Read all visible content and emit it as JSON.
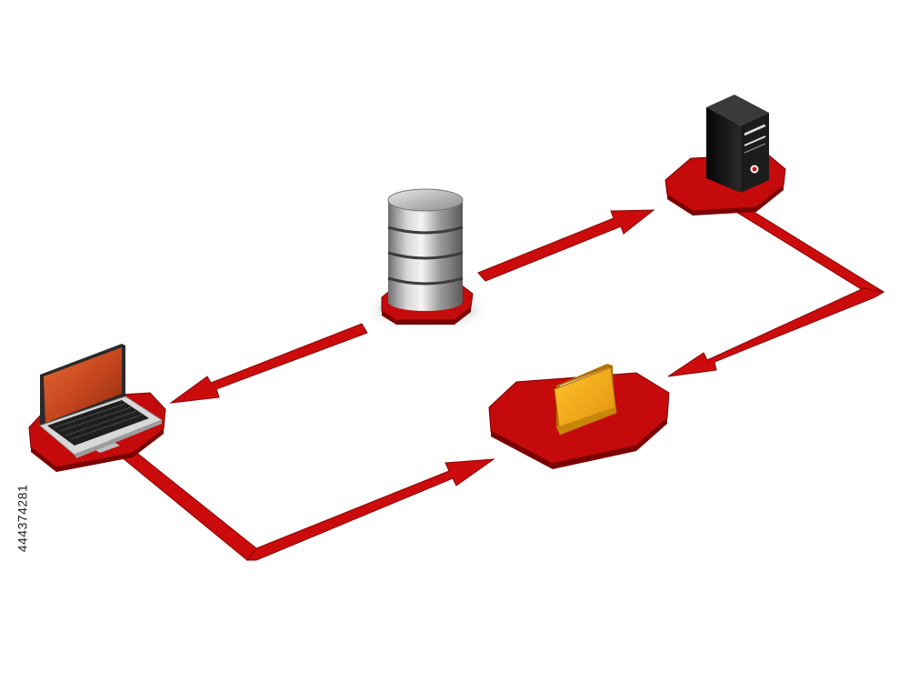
{
  "image_id_text": "444374281",
  "colors": {
    "background": "#ffffff",
    "pad": "#c40a0a",
    "pad_edge": "#7a0000",
    "arrow": "#cc0c0c",
    "arrow_edge": "#8a0000",
    "folder": "#f2a818",
    "tower": "#151515"
  },
  "nodes": [
    {
      "id": "database",
      "icon": "database-cylinder-icon"
    },
    {
      "id": "server",
      "icon": "server-tower-icon"
    },
    {
      "id": "laptop",
      "icon": "laptop-icon"
    },
    {
      "id": "folder",
      "icon": "folder-icon"
    }
  ],
  "connections": [
    {
      "from": "database",
      "to": "server"
    },
    {
      "from": "server",
      "to": "folder"
    },
    {
      "from": "database",
      "to": "laptop"
    },
    {
      "from": "laptop",
      "to": "folder"
    }
  ]
}
